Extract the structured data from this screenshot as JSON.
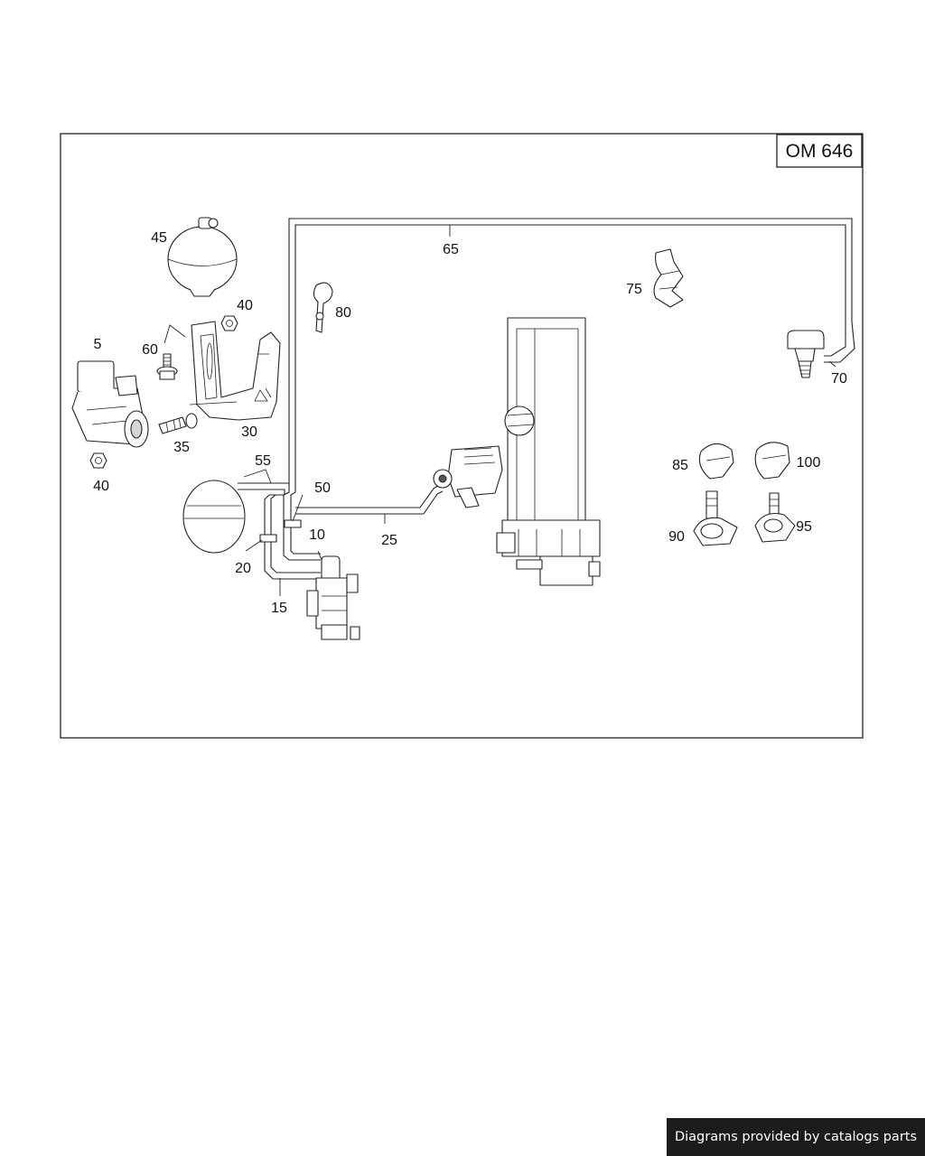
{
  "diagram": {
    "engine_code": "OM 646",
    "callouts": {
      "c5": "5",
      "c10": "10",
      "c15": "15",
      "c20": "20",
      "c25": "25",
      "c30": "30",
      "c35": "35",
      "c40a": "40",
      "c40b": "40",
      "c45": "45",
      "c50": "50",
      "c55": "55",
      "c60": "60",
      "c65": "65",
      "c70": "70",
      "c75": "75",
      "c80": "80",
      "c85": "85",
      "c90": "90",
      "c95": "95",
      "c100": "100"
    }
  },
  "footer": {
    "credit": "Diagrams provided by catalogs parts"
  }
}
